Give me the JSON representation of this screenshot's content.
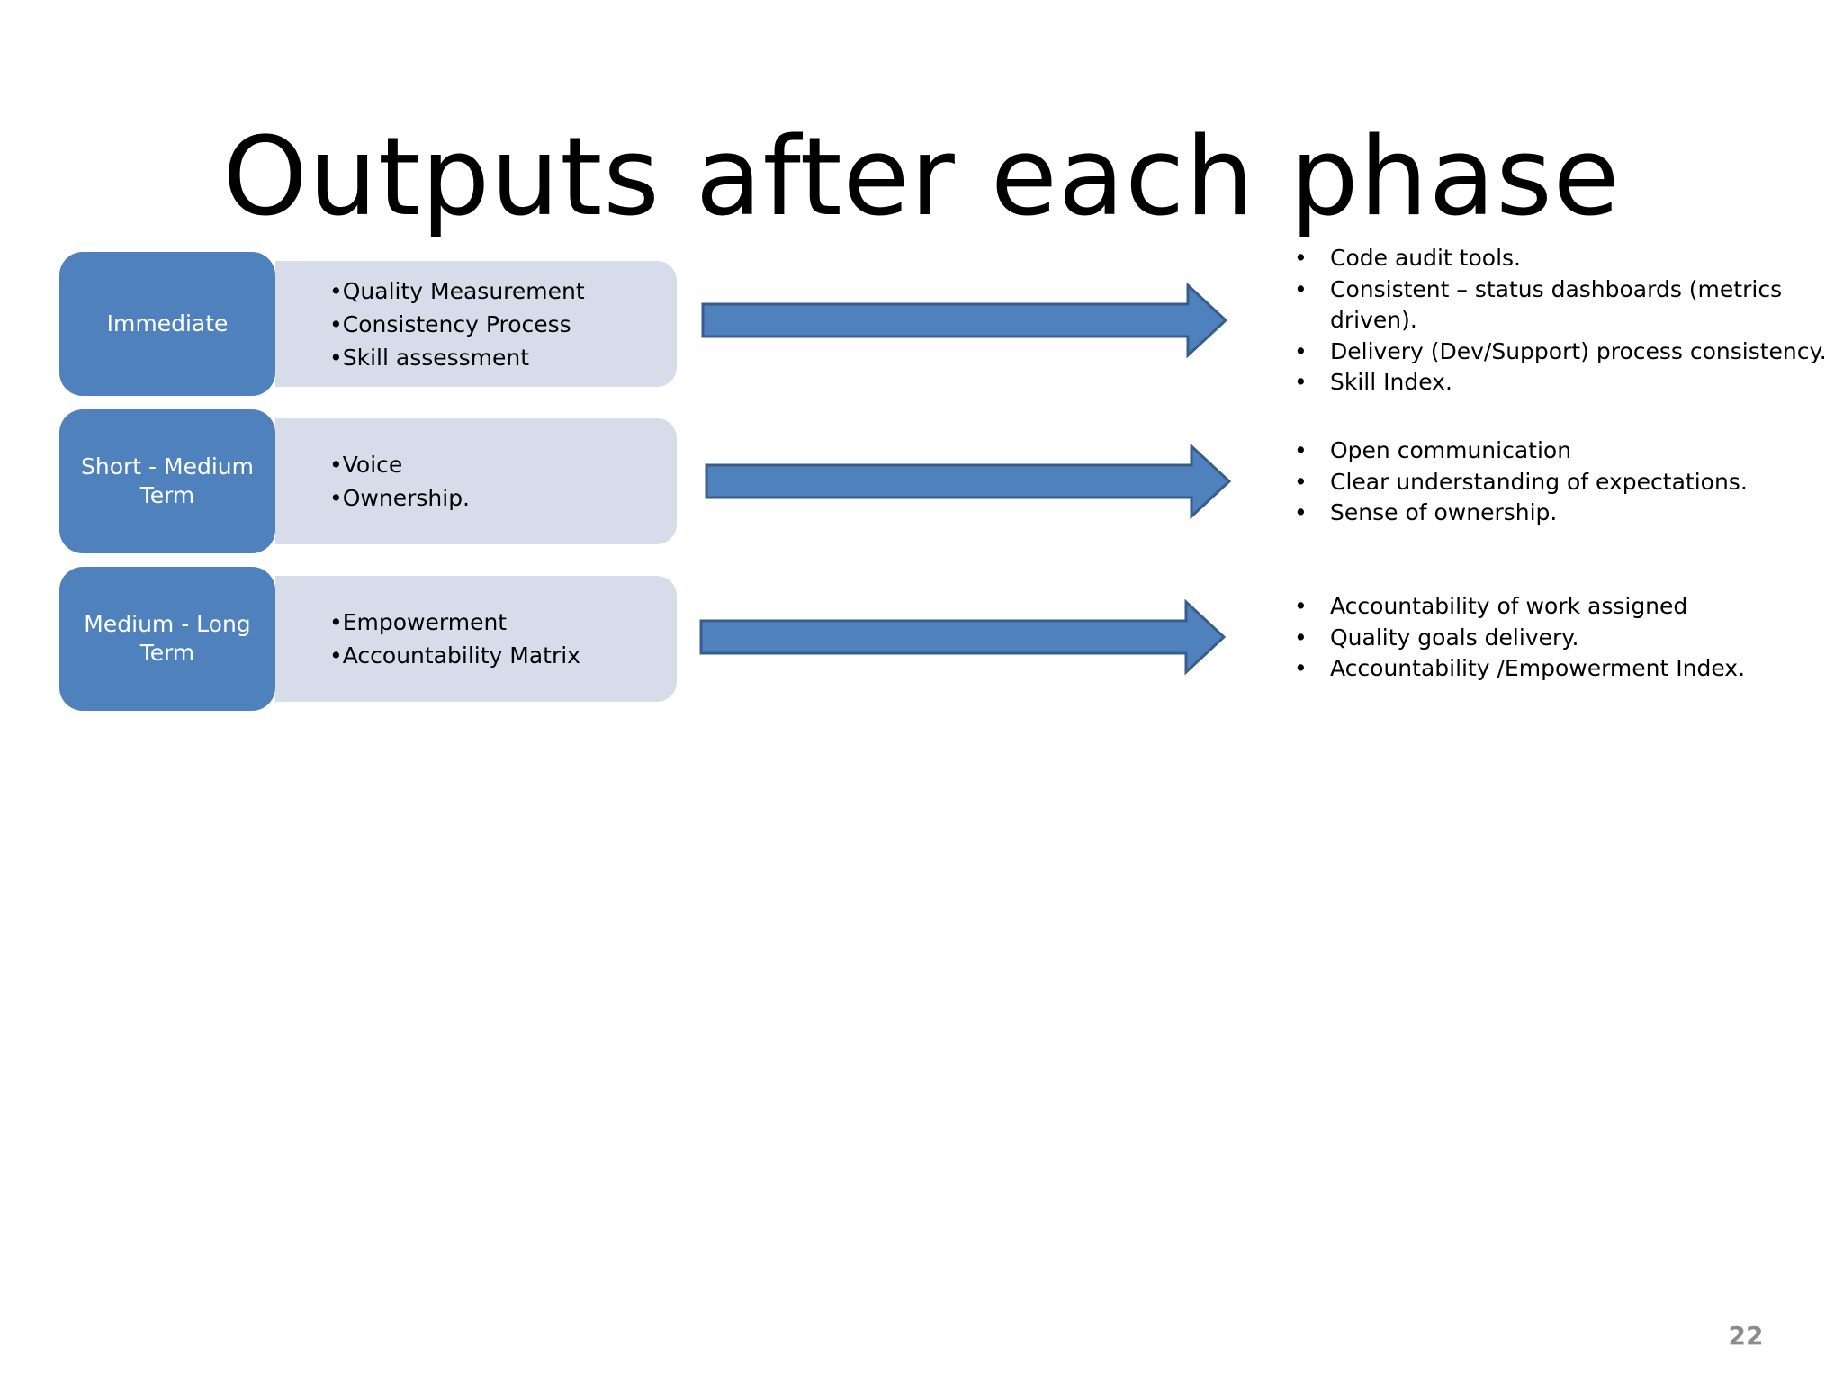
{
  "slide": {
    "title": "Outputs after each phase",
    "page_number": "22",
    "accent_color": "#4f81bd",
    "panel_color": "#d7dceb",
    "arrow_stroke": "#385d8a",
    "bullet_char": "•"
  },
  "phases": [
    {
      "label": "Immediate",
      "items": [
        "•Quality Measurement",
        "•Consistency Process",
        "•Skill assessment"
      ],
      "outputs": [
        "Code audit tools.",
        "Consistent – status dashboards (metrics driven).",
        "Delivery (Dev/Support) process consistency.",
        "Skill Index."
      ]
    },
    {
      "label": "Short - Medium Term",
      "items": [
        "•Voice",
        "•Ownership."
      ],
      "outputs": [
        "Open communication",
        "Clear understanding of expectations.",
        "Sense of ownership."
      ]
    },
    {
      "label": "Medium - Long Term",
      "items": [
        "•Empowerment",
        "•Accountability Matrix"
      ],
      "outputs": [
        "Accountability of work assigned",
        "Quality goals delivery.",
        "Accountability /Empowerment Index."
      ]
    }
  ]
}
